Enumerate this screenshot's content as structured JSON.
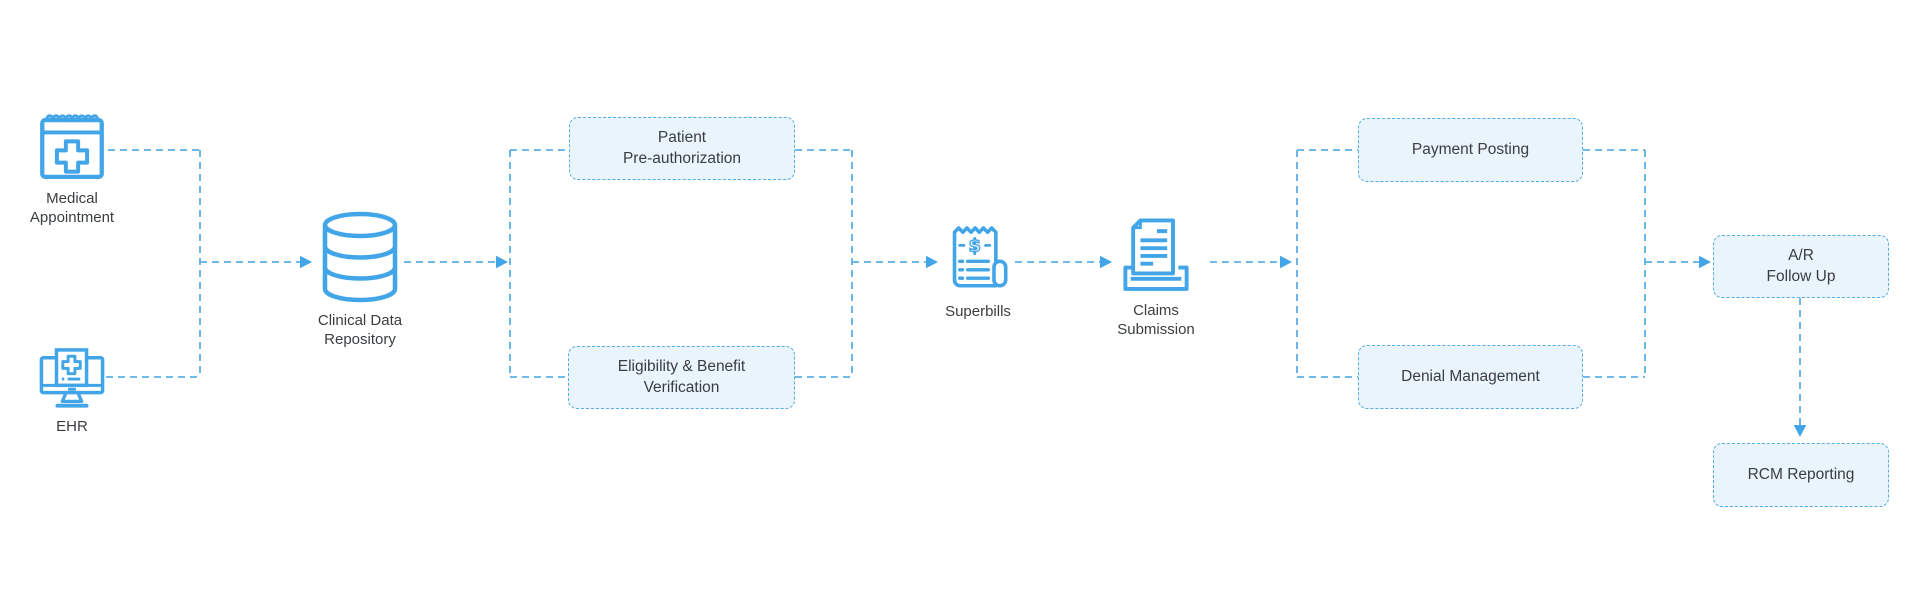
{
  "diagram": {
    "type": "flowchart",
    "colors": {
      "accent": "#41a5e8",
      "connector": "#5bb0e5",
      "box_fill": "#eaf4fc",
      "box_border": "#55ace0",
      "label_text": "#3a3e41"
    },
    "nodes": {
      "medical_appointment": {
        "label": "Medical\nAppointment",
        "icon": "medical-calendar-icon"
      },
      "ehr": {
        "label": "EHR",
        "icon": "ehr-monitor-icon"
      },
      "clinical_data_repository": {
        "label": "Clinical Data\nRepository",
        "icon": "database-icon"
      },
      "superbills": {
        "label": "Superbills",
        "icon": "receipt-icon"
      },
      "claims_submission": {
        "label": "Claims\nSubmission",
        "icon": "document-tray-icon"
      }
    },
    "boxes": {
      "patient_preauthorization": {
        "label": "Patient\nPre-authorization"
      },
      "eligibility_benefit_verification": {
        "label": "Eligibility & Benefit\nVerification"
      },
      "payment_posting": {
        "label": "Payment Posting"
      },
      "denial_management": {
        "label": "Denial Management"
      },
      "ar_follow_up": {
        "label": "A/R\nFollow Up"
      },
      "rcm_reporting": {
        "label": "RCM Reporting"
      }
    },
    "edges": [
      {
        "from": "medical_appointment",
        "to": "clinical_data_repository"
      },
      {
        "from": "ehr",
        "to": "clinical_data_repository"
      },
      {
        "from": "clinical_data_repository",
        "to": "patient_preauthorization"
      },
      {
        "from": "clinical_data_repository",
        "to": "eligibility_benefit_verification"
      },
      {
        "from": "patient_preauthorization",
        "to": "superbills"
      },
      {
        "from": "eligibility_benefit_verification",
        "to": "superbills"
      },
      {
        "from": "superbills",
        "to": "claims_submission"
      },
      {
        "from": "claims_submission",
        "to": "payment_posting"
      },
      {
        "from": "claims_submission",
        "to": "denial_management"
      },
      {
        "from": "payment_posting",
        "to": "ar_follow_up"
      },
      {
        "from": "denial_management",
        "to": "ar_follow_up"
      },
      {
        "from": "ar_follow_up",
        "to": "rcm_reporting"
      }
    ]
  }
}
